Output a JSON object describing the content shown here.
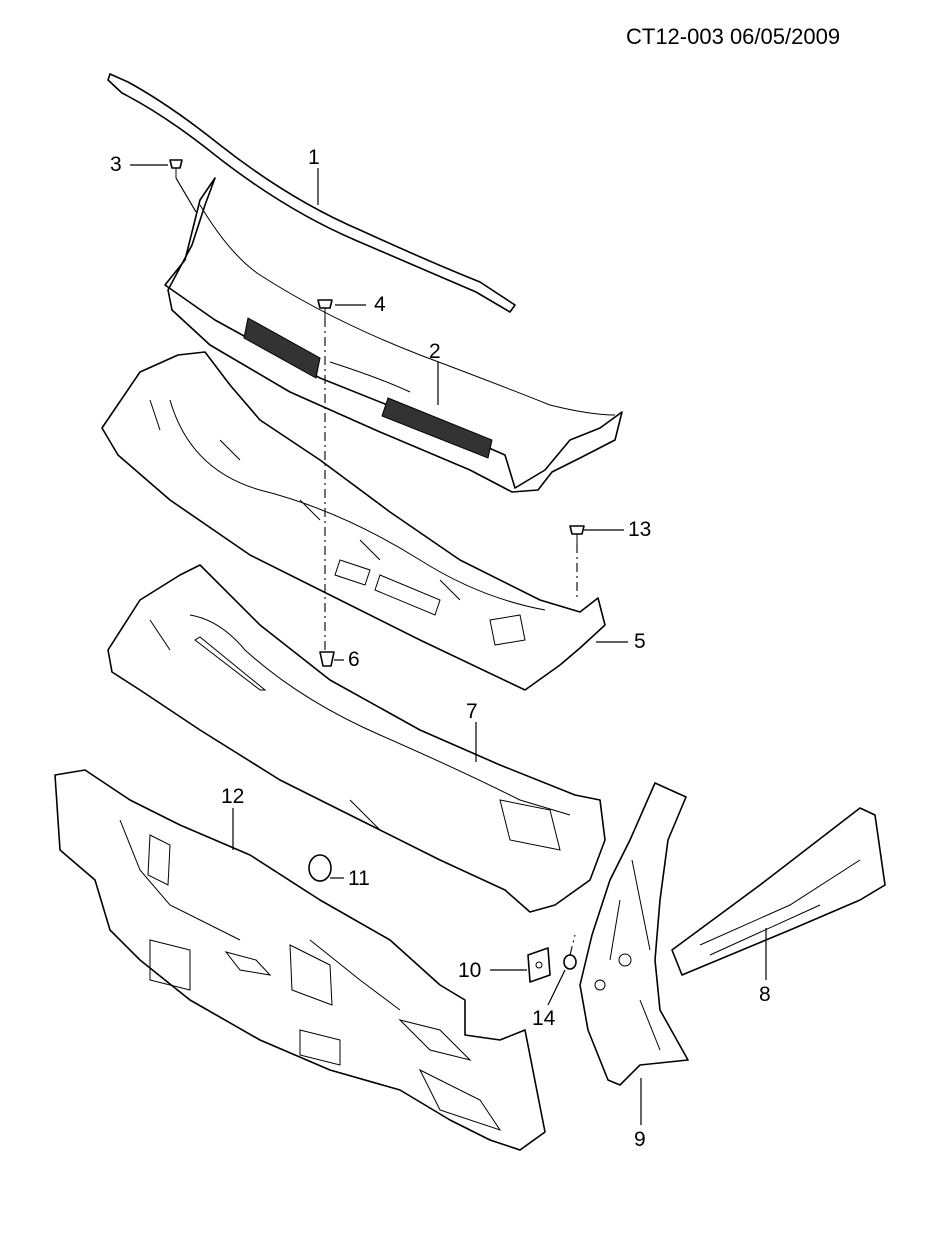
{
  "header": {
    "document_code": "CT12-003  06/05/2009"
  },
  "callouts": [
    {
      "number": "1"
    },
    {
      "number": "2"
    },
    {
      "number": "3"
    },
    {
      "number": "4"
    },
    {
      "number": "5"
    },
    {
      "number": "6"
    },
    {
      "number": "7"
    },
    {
      "number": "8"
    },
    {
      "number": "9"
    },
    {
      "number": "10"
    },
    {
      "number": "11"
    },
    {
      "number": "12"
    },
    {
      "number": "13"
    },
    {
      "number": "14"
    }
  ]
}
